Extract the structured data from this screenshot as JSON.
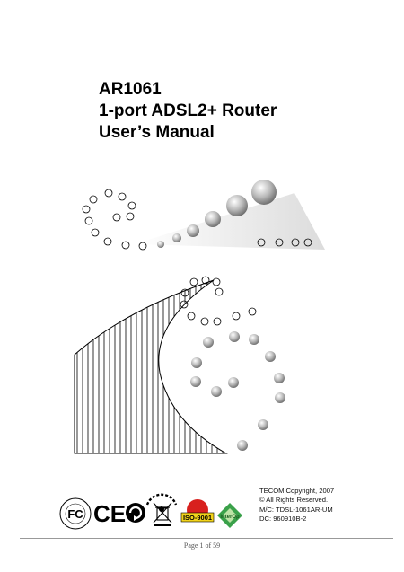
{
  "title": {
    "model": "AR1061",
    "product": "1-port ADSL2+ Router",
    "doc_type": "User’s Manual"
  },
  "copyright": {
    "line1": "TECOM Copyright, 2007",
    "line2": "© All Rights Reserved.",
    "line3": "M/C: TDSL-1061AR-UM",
    "line4": "DC: 960910B-2"
  },
  "logos": {
    "fc_label": "FC",
    "ce_label": "CE",
    "iso_label": "ISO-9001",
    "interop_label": "InterOp"
  },
  "footer": {
    "page_label": "Page 1 of 59"
  },
  "colors": {
    "iso_red": "#d8201e",
    "iso_yellow": "#f2d31b",
    "interop_green": "#3aa14a"
  }
}
